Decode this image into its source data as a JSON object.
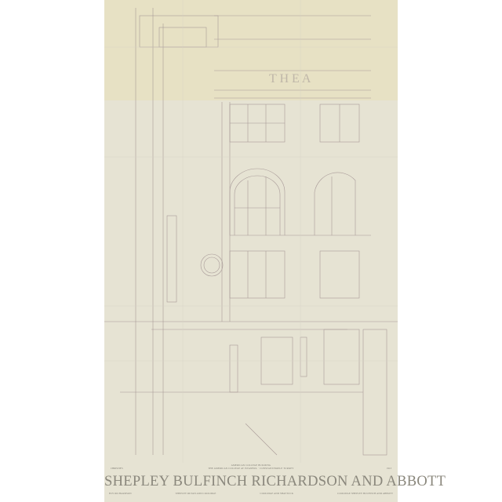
{
  "poster": {
    "drawing_frieze": "T H E A",
    "caption_line1": "AMERICAN COLLEGE BUILDING",
    "caption_line2": "THE AMERICAN COLLEGE AT ISTANBUL · CONSTANTINOPLE TURKEY",
    "caption_left": "CHRISTIE'S",
    "caption_right": "1913",
    "title": "SHEPLEY BULFINCH RICHARDSON AND ABBOTT",
    "firms": [
      "H.H. RICHARDSON",
      "SHEPLEY RUTAN AND COOLIDGE",
      "COOLIDGE AND SHATTUCK",
      "COOLIDGE SHEPLEY BULFINCH AND ABBOTT"
    ],
    "colors": {
      "paper": "#e6e3d3",
      "band": "#e7e1c4",
      "ink": "#a79a96",
      "title": "#8a877c"
    }
  }
}
